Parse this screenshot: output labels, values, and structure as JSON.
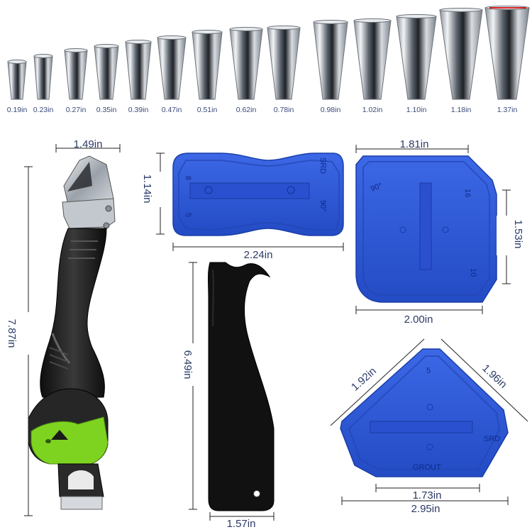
{
  "nozzles": {
    "sizes": [
      "0.19in",
      "0.23in",
      "0.27in",
      "0.35in",
      "0.39in",
      "0.47in",
      "0.51in",
      "0.62in",
      "0.78in",
      "0.98in",
      "1.02in",
      "1.10in",
      "1.18in",
      "1.37in"
    ]
  },
  "multi_tool": {
    "width_label": "1.49in",
    "length_label": "7.87in"
  },
  "small_scraper": {
    "height_label": "1.14in",
    "width_label": "2.24in",
    "engravings": [
      "8",
      "5",
      "SRD",
      "90°"
    ]
  },
  "square_scraper": {
    "top_label": "1.81in",
    "side_label": "1.53in",
    "bottom_label": "2.00in",
    "engravings": [
      "90°",
      "16",
      "10"
    ]
  },
  "hook_scraper": {
    "height_label": "6.49in",
    "width_label": "1.57in"
  },
  "pentagon_scraper": {
    "left_label": "1.92in",
    "right_label": "1.96in",
    "inner_label": "1.73in",
    "outer_label": "2.95in",
    "engravings": [
      "5",
      "SRD",
      "GROUT"
    ]
  },
  "colors": {
    "scraper_blue": "#2f57d6",
    "tool_green": "#7ed321",
    "steel": "#c8cdd3",
    "dimension_text": "#2b3a67"
  }
}
